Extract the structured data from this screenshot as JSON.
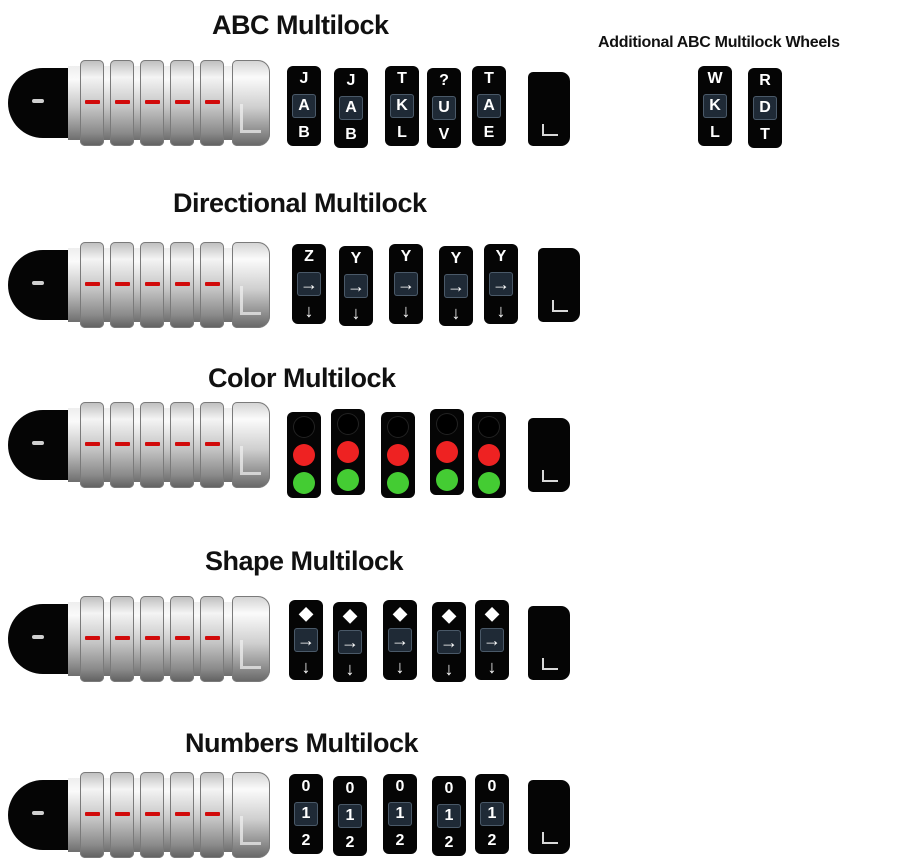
{
  "titles": {
    "abc": "ABC Multilock",
    "additional": "Additional ABC Multilock Wheels",
    "directional": "Directional Multilock",
    "color": "Color Multilock",
    "shape": "Shape Multilock",
    "numbers": "Numbers Multilock"
  },
  "abc_wheels": [
    [
      "J",
      "A",
      "B"
    ],
    [
      "J",
      "A",
      "B"
    ],
    [
      "T",
      "K",
      "L"
    ],
    [
      "?",
      "U",
      "V"
    ],
    [
      "T",
      "A",
      "E"
    ]
  ],
  "additional_wheels": [
    [
      "W",
      "K",
      "L"
    ],
    [
      "R",
      "D",
      "T"
    ]
  ],
  "directional_wheels": [
    [
      "Z",
      "→",
      "↓"
    ],
    [
      "Y",
      "→",
      "↓"
    ],
    [
      "Y",
      "→",
      "↓"
    ],
    [
      "Y",
      "→",
      "↓"
    ],
    [
      "Y",
      "→",
      "↓"
    ]
  ],
  "color_wheels": [
    [
      "#000000",
      "#ee2222",
      "#44cc33"
    ],
    [
      "#000000",
      "#ee2222",
      "#44cc33"
    ],
    [
      "#000000",
      "#ee2222",
      "#44cc33"
    ],
    [
      "#000000",
      "#ee2222",
      "#44cc33"
    ],
    [
      "#000000",
      "#ee2222",
      "#44cc33"
    ]
  ],
  "shape_wheels": [
    [
      "◆",
      "→",
      "↓"
    ],
    [
      "◆",
      "→",
      "↓"
    ],
    [
      "◆",
      "→",
      "↓"
    ],
    [
      "◆",
      "→",
      "↓"
    ],
    [
      "◆",
      "→",
      "↓"
    ]
  ],
  "number_wheels": [
    [
      "0",
      "1",
      "2"
    ],
    [
      "0",
      "1",
      "2"
    ],
    [
      "0",
      "1",
      "2"
    ],
    [
      "0",
      "1",
      "2"
    ],
    [
      "0",
      "1",
      "2"
    ]
  ],
  "icons": [
    "lock-icon",
    "latch-icon",
    "arrow-right-icon",
    "arrow-down-icon",
    "diamond-icon"
  ]
}
